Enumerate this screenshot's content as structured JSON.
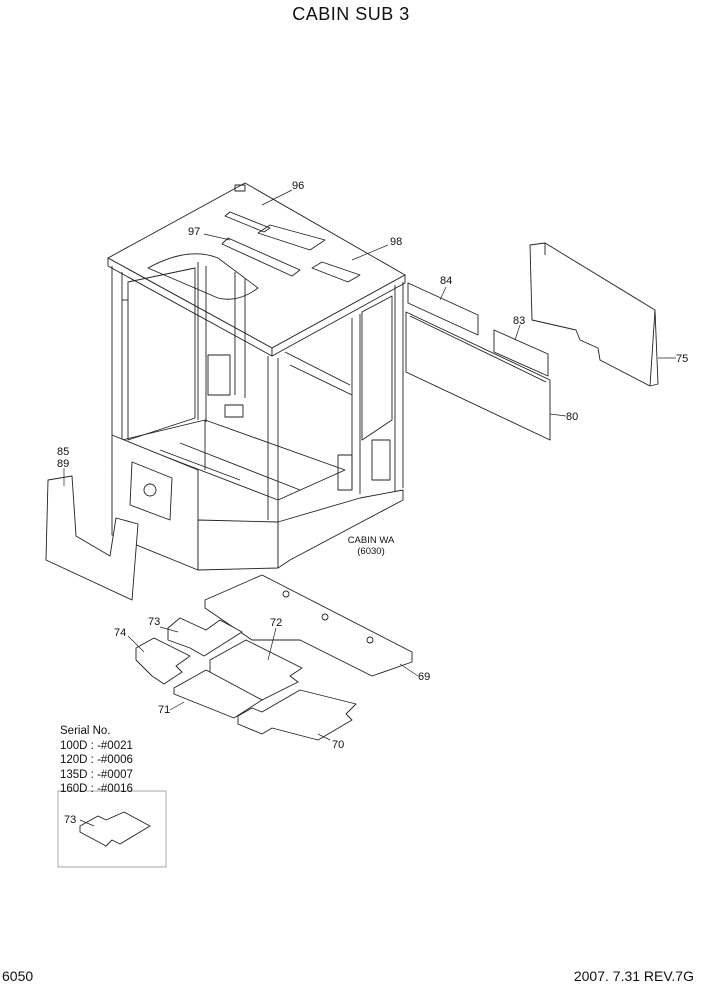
{
  "title": "CABIN SUB 3",
  "callouts": {
    "p96": "96",
    "p97": "97",
    "p98": "98",
    "p84": "84",
    "p83": "83",
    "p75": "75",
    "p80": "80",
    "p85": "85",
    "p89": "89",
    "p73": "73",
    "p74": "74",
    "p72": "72",
    "p69": "69",
    "p71": "71",
    "p70": "70",
    "p73b": "73"
  },
  "note": {
    "line1": "CABIN WA",
    "line2": "(6030)"
  },
  "serial": {
    "heading": "Serial No.",
    "rows": [
      "100D : -#0021",
      "120D : -#0006",
      "135D : -#0007",
      "160D : -#0016"
    ]
  },
  "footer": {
    "page": "6050",
    "date_rev": "2007. 7.31  REV.7G"
  }
}
